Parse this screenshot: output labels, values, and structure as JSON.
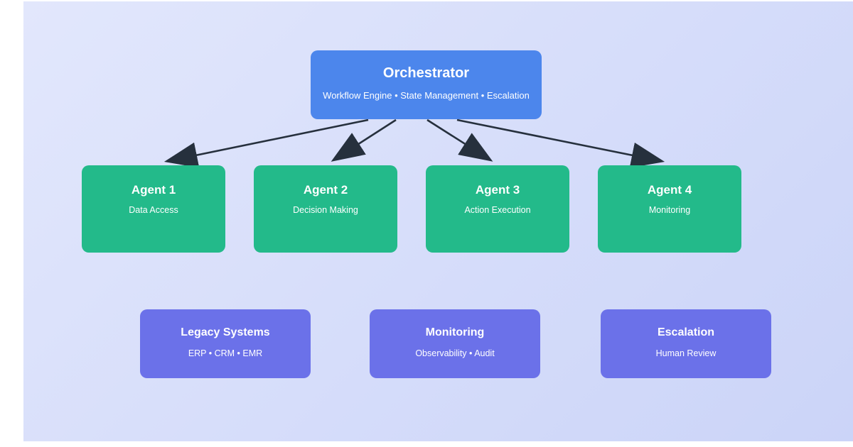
{
  "diagram": {
    "orchestrator": {
      "title": "Orchestrator",
      "subtitle": "Workflow Engine • State Management • Escalation"
    },
    "agents": [
      {
        "title": "Agent 1",
        "subtitle": "Data Access"
      },
      {
        "title": "Agent 2",
        "subtitle": "Decision Making"
      },
      {
        "title": "Agent 3",
        "subtitle": "Action Execution"
      },
      {
        "title": "Agent 4",
        "subtitle": "Monitoring"
      }
    ],
    "systems": [
      {
        "title": "Legacy Systems",
        "subtitle": "ERP • CRM • EMR"
      },
      {
        "title": "Monitoring",
        "subtitle": "Observability • Audit"
      },
      {
        "title": "Escalation",
        "subtitle": "Human Review"
      }
    ],
    "colors": {
      "orchestrator": "#4c86ec",
      "agent": "#23ba8a",
      "system": "#6b71e9",
      "arrow": "#26303d",
      "background_start": "#e2e7fc",
      "background_end": "#cbd4f8",
      "frame": "#ffffff"
    }
  }
}
